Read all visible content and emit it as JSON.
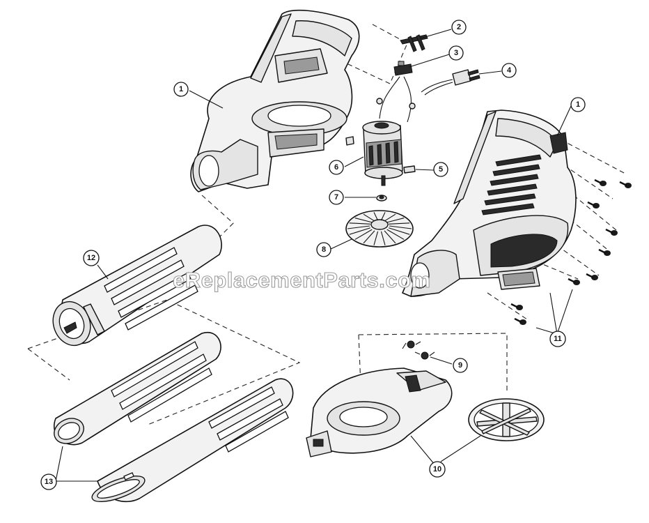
{
  "diagram": {
    "watermark": "eReplacementParts.com",
    "callouts": [
      {
        "id": "c1a",
        "label": "1"
      },
      {
        "id": "c1b",
        "label": "1"
      },
      {
        "id": "c2",
        "label": "2"
      },
      {
        "id": "c3",
        "label": "3"
      },
      {
        "id": "c4",
        "label": "4"
      },
      {
        "id": "c5",
        "label": "5"
      },
      {
        "id": "c6",
        "label": "6"
      },
      {
        "id": "c7",
        "label": "7"
      },
      {
        "id": "c8",
        "label": "8"
      },
      {
        "id": "c9",
        "label": "9"
      },
      {
        "id": "c10",
        "label": "10"
      },
      {
        "id": "c11",
        "label": "11"
      },
      {
        "id": "c12",
        "label": "12"
      },
      {
        "id": "c13",
        "label": "13"
      }
    ]
  }
}
